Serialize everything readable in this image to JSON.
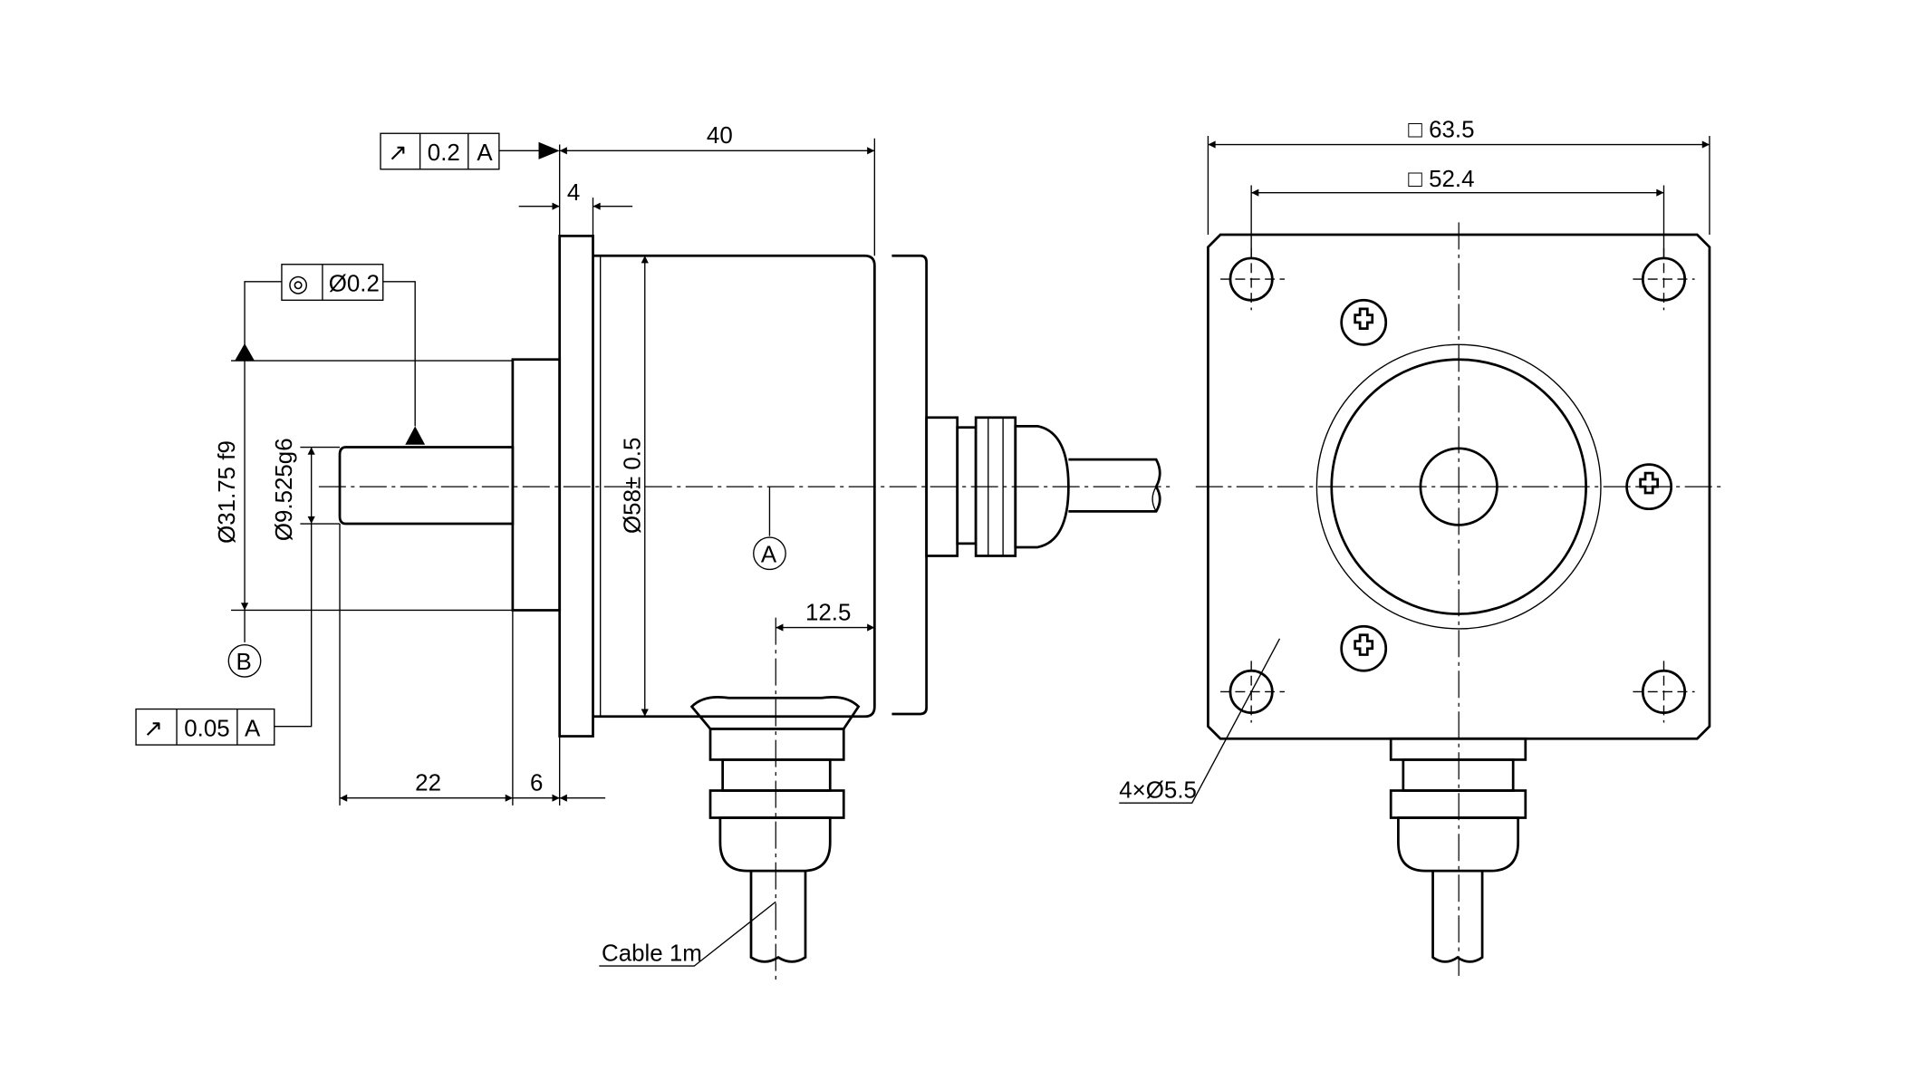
{
  "side_view": {
    "runout_top": {
      "symbol": "↗",
      "value": "0.2",
      "datum": "A"
    },
    "dim_length": "40",
    "dim_flange": "4",
    "concentricity": {
      "symbol": "◎",
      "value": "Ø0.2"
    },
    "dim_hub_dia": "Ø31.75 f9",
    "dim_shaft_dia": "Ø9.525g6",
    "dim_body_dia": "Ø58± 0.5",
    "datum_a": "A",
    "datum_b": "B",
    "dim_gland_offset": "12.5",
    "runout_bottom": {
      "symbol": "↗",
      "value": "0.05",
      "datum": "A"
    },
    "dim_shaft_len": "22",
    "dim_hub_len": "6",
    "cable_label": "Cable 1m"
  },
  "front_view": {
    "dim_outer_square": "□ 63.5",
    "dim_hole_square": "□ 52.4",
    "dim_holes": "4×Ø5.5"
  }
}
